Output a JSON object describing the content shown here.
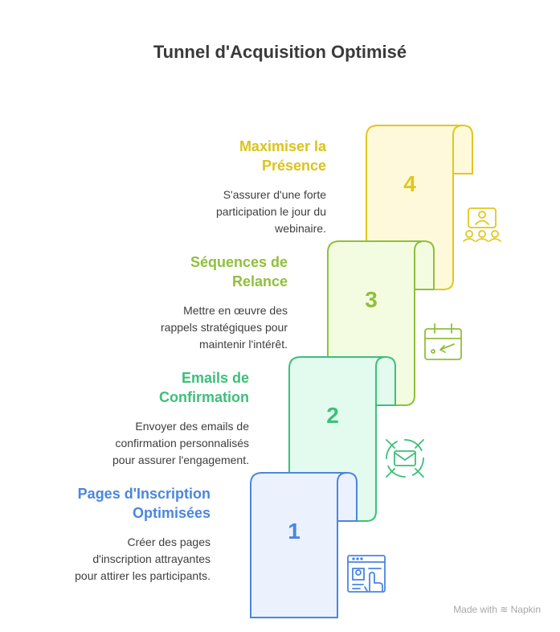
{
  "title": "Tunnel d'Acquisition Optimisé",
  "steps": [
    {
      "number": "1",
      "title_l1": "Pages d'Inscription",
      "title_l2": "Optimisées",
      "desc_l1": "Créer des pages",
      "desc_l2": "d'inscription attrayantes",
      "desc_l3": "pour attirer les participants.",
      "icon": "web-form-click-icon",
      "stroke": "#4a86e0",
      "fill": "#ebf2fe"
    },
    {
      "number": "2",
      "title_l1": "Emails de",
      "title_l2": "Confirmation",
      "desc_l1": "Envoyer des emails de",
      "desc_l2": "confirmation personnalisés",
      "desc_l3": "pour assurer l'engagement.",
      "icon": "email-target-icon",
      "stroke": "#3cbf7a",
      "fill": "#e2fbee"
    },
    {
      "number": "3",
      "title_l1": "Séquences de",
      "title_l2": "Relance",
      "desc_l1": "Mettre en œuvre des",
      "desc_l2": "rappels stratégiques pour",
      "desc_l3": "maintenir l'intérêt.",
      "icon": "calendar-reminder-icon",
      "stroke": "#8fc03a",
      "fill": "#f3fce0"
    },
    {
      "number": "4",
      "title_l1": "Maximiser la",
      "title_l2": "Présence",
      "desc_l1": "S'assurer d'une forte",
      "desc_l2": "participation le jour du",
      "desc_l3": "webinaire.",
      "icon": "audience-presenter-icon",
      "stroke": "#dfc81e",
      "fill": "#fef9db"
    }
  ],
  "footer": {
    "made_with": "Made with",
    "brand": "Napkin"
  }
}
